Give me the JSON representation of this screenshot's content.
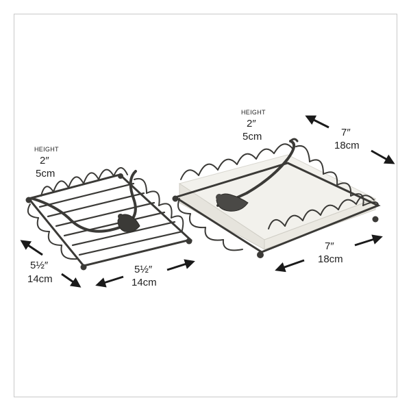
{
  "small_holder": {
    "height_label": "HEIGHT",
    "height_in": "2″",
    "height_cm": "5cm",
    "depth_in": "5½″",
    "depth_cm": "14cm",
    "width_in": "5½″",
    "width_cm": "14cm"
  },
  "large_holder": {
    "height_label": "HEIGHT",
    "height_in": "2″",
    "height_cm": "5cm",
    "depth_in": "7″",
    "depth_cm": "18cm",
    "width_in": "7″",
    "width_cm": "18cm"
  },
  "colors": {
    "metal": "#3b3a37",
    "napkin": "#f2f1ec",
    "arrow": "#1a1a1a",
    "border": "#c9c9c9"
  }
}
